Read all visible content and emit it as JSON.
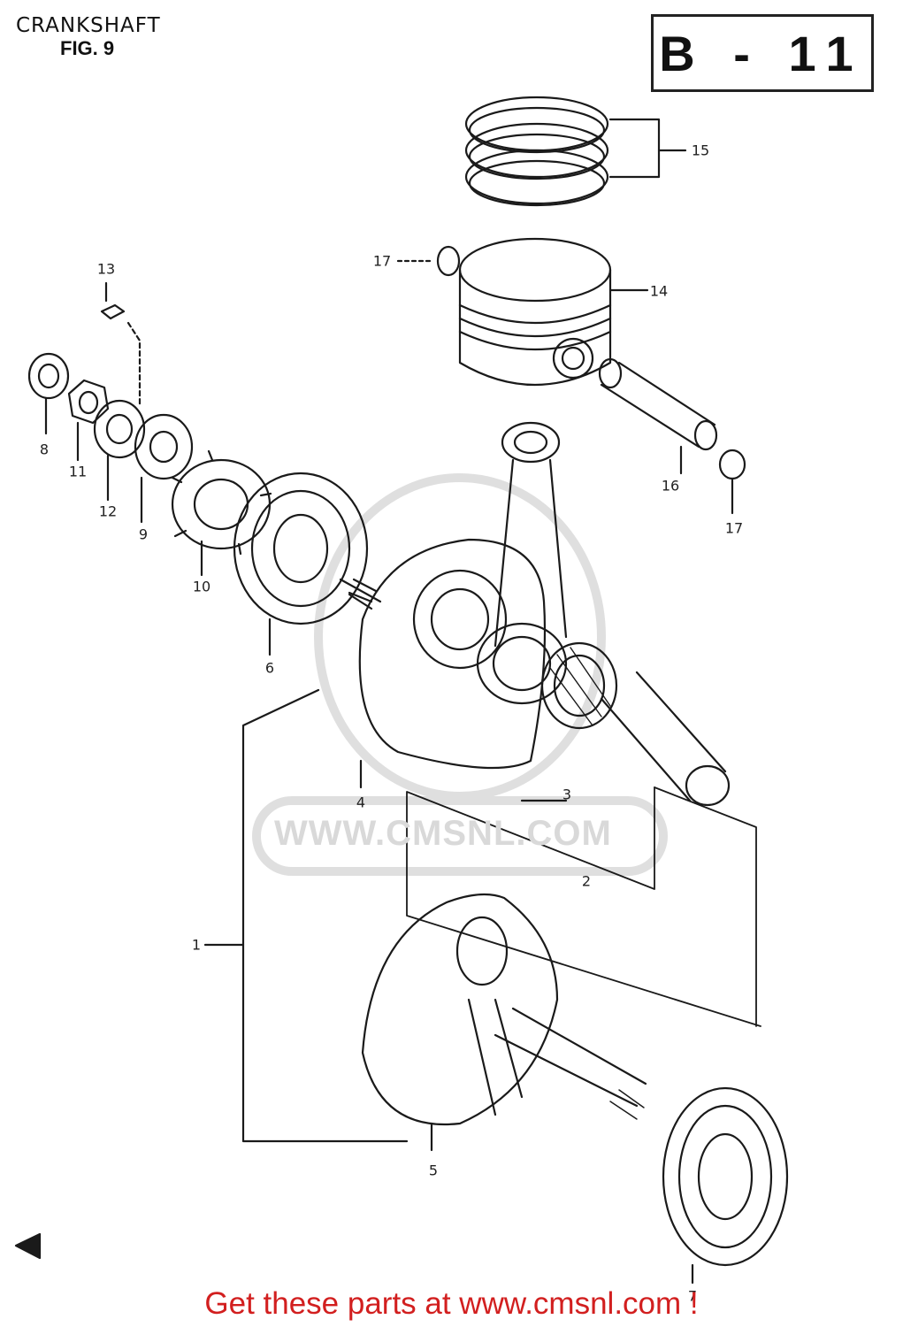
{
  "header": {
    "title": "CRANKSHAFT",
    "figure": "FIG. 9",
    "code": "B - 11"
  },
  "parts": [
    {
      "number": "1"
    },
    {
      "number": "2"
    },
    {
      "number": "3"
    },
    {
      "number": "4"
    },
    {
      "number": "5"
    },
    {
      "number": "6"
    },
    {
      "number": "7"
    },
    {
      "number": "8"
    },
    {
      "number": "9"
    },
    {
      "number": "10"
    },
    {
      "number": "11"
    },
    {
      "number": "12"
    },
    {
      "number": "13"
    },
    {
      "number": "14"
    },
    {
      "number": "15"
    },
    {
      "number": "16"
    },
    {
      "number": "17"
    },
    {
      "number": "17"
    }
  ],
  "watermark": "WWW.CMSNL.COM",
  "footer": {
    "text": "Get these parts at www.cmsnl.com !",
    "color": "#d21f1f"
  }
}
